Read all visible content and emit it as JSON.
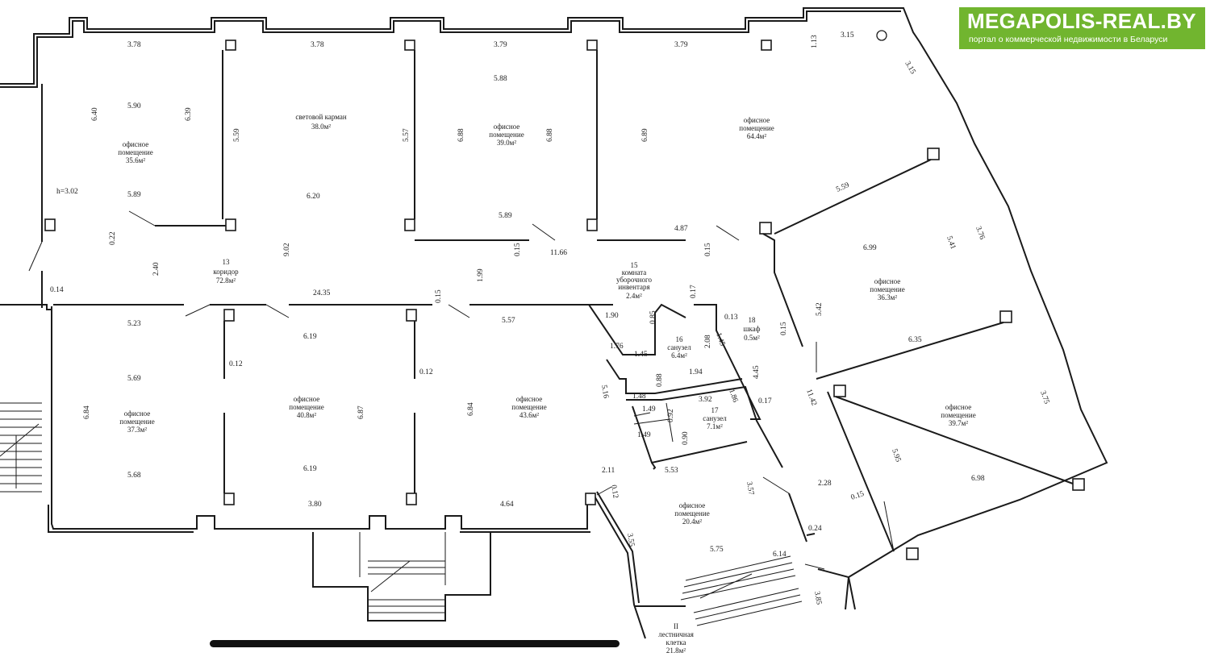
{
  "brand": {
    "title": "MEGAPOLIS-REAL.BY",
    "subtitle": "портал о коммерческой недвижимости в Беларуси",
    "color": "#71b52f"
  },
  "height_note": "h=3.02",
  "rooms": {
    "r1": {
      "name": "офисное",
      "name2": "помещение",
      "area": "35.6м²"
    },
    "r2": {
      "name": "световой карман",
      "area": "38.0м²"
    },
    "r3": {
      "name": "офисное",
      "name2": "помещение",
      "area": "39.0м²"
    },
    "r4": {
      "name": "офисное",
      "name2": "помещение",
      "area": "64.4м²"
    },
    "r13": {
      "num": "13",
      "name": "коридор",
      "area": "72.8м²"
    },
    "r15": {
      "num": "15",
      "name": "комната",
      "name2": "уборочного",
      "name3": "инвентаря",
      "area": "2.4м²"
    },
    "r16": {
      "num": "16",
      "name": "санузел",
      "area": "6.4м²"
    },
    "r17": {
      "num": "17",
      "name": "санузел",
      "area": "7.1м²"
    },
    "r18": {
      "num": "18",
      "name": "шкаф",
      "area": "0.5м²"
    },
    "r5": {
      "name": "офисное",
      "name2": "помещение",
      "area": "36.3м²"
    },
    "r6": {
      "name": "офисное",
      "name2": "помещение",
      "area": "37.3м²"
    },
    "r7": {
      "name": "офисное",
      "name2": "помещение",
      "area": "40.8м²"
    },
    "r8": {
      "name": "офисное",
      "name2": "помещение",
      "area": "43.6м²"
    },
    "r9": {
      "name": "офисное",
      "name2": "помещение",
      "area": "39.7м²"
    },
    "r10": {
      "name": "офисное",
      "name2": "помещение",
      "area": "20.4м²"
    },
    "stair": {
      "num": "II",
      "name": "лестничная",
      "name2": "клетка",
      "area": "21.8м²"
    }
  },
  "dims": {
    "d378a": "3.78",
    "d378b": "3.78",
    "d379a": "3.79",
    "d379b": "3.79",
    "d113": "1.13",
    "d315a": "3.15",
    "d315b": "3.15",
    "d640": "6.40",
    "d590": "5.90",
    "d639": "6.39",
    "d559a": "5.59",
    "d588": "5.88",
    "d557a": "5.57",
    "d688a": "6.88",
    "d688b": "6.88",
    "d689": "6.89",
    "d589a": "5.89",
    "d620": "6.20",
    "d589b": "5.89",
    "d022": "0.22",
    "d240": "2.40",
    "d902": "9.02",
    "d015a": "0.15",
    "d1166": "11.66",
    "d487": "4.87",
    "d015b": "0.15",
    "d559b": "5.59",
    "d699": "6.99",
    "d541": "5.41",
    "d376": "3.76",
    "d014": "0.14",
    "d2435": "24.35",
    "d015c": "0.15",
    "d199": "1.99",
    "d017": "0.17",
    "d190": "1.90",
    "d523": "5.23",
    "d619a": "6.19",
    "d557b": "5.57",
    "d085": "0.85",
    "d176": "1.76",
    "d145a": "1.45",
    "d208": "2.08",
    "d145b": "1.45",
    "d013": "0.13",
    "d542": "5.42",
    "d015d": "0.15",
    "d635": "6.35",
    "d445": "4.45",
    "d012a": "0.12",
    "d012b": "0.12",
    "d088": "0.88",
    "d194": "1.94",
    "d148": "1.48",
    "d569": "5.69",
    "d684a": "6.84",
    "d687": "6.87",
    "d684b": "6.84",
    "d516": "5.16",
    "d149a": "1.49",
    "d092": "0.92",
    "d392": "3.92",
    "d186": "1.86",
    "d017b": "0.17",
    "d149b": "1.49",
    "d090": "0.90",
    "d1142": "11.42",
    "d375": "3.75",
    "d568": "5.68",
    "d619b": "6.19",
    "d211": "2.11",
    "d553": "5.53",
    "d012c": "0.12",
    "d357": "3.57",
    "d228": "2.28",
    "d595": "5.95",
    "d698": "6.98",
    "d015e": "0.15",
    "d380": "3.80",
    "d464": "4.64",
    "d355": "3.55",
    "d575": "5.75",
    "d024": "0.24",
    "d614": "6.14",
    "d385": "3.85"
  }
}
